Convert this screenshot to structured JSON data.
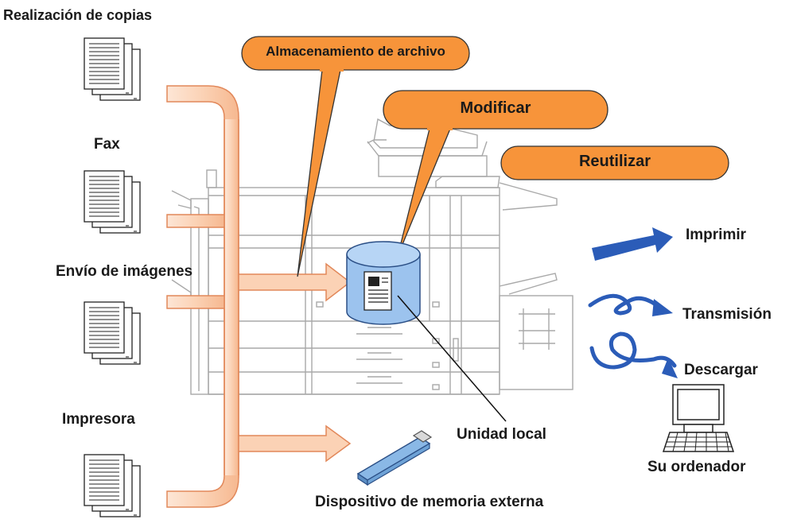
{
  "sources": {
    "copies": "Realización de copias",
    "fax": "Fax",
    "image_send": "Envío de imágenes",
    "printer": "Impresora"
  },
  "callouts": {
    "file_storage": "Almacenamiento de archivo",
    "modify": "Modificar",
    "reuse": "Reutilizar"
  },
  "storage": {
    "local_drive": "Unidad local",
    "external_memory": "Dispositivo de memoria externa"
  },
  "outputs": {
    "print": "Imprimir",
    "transmission": "Transmisión",
    "download": "Descargar",
    "computer": "Su ordenador"
  },
  "colors": {
    "callout_fill": "#f7943a",
    "callout_stroke": "#333333",
    "flow_arrow_fill": "#fbd3b9",
    "flow_arrow_stroke": "#e2885a",
    "drive_fill": "#9cc3ee",
    "output_arrow": "#2b5cb8",
    "usb_fill": "#8ab8e6",
    "machine_line": "#a9a9a9"
  }
}
